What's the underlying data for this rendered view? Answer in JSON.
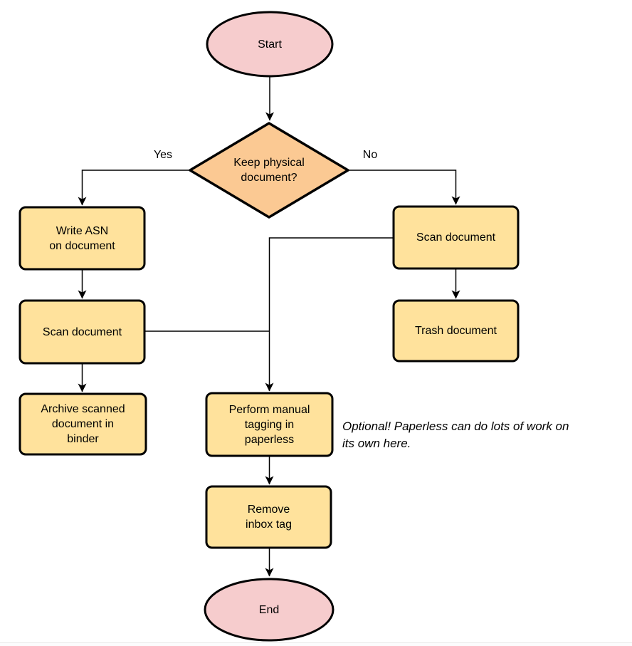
{
  "nodes": {
    "start": {
      "label": "Start",
      "type": "terminator"
    },
    "decision": {
      "label": "Keep physical\ndocument?",
      "type": "decision"
    },
    "write_asn": {
      "label": "Write ASN\non document",
      "type": "process"
    },
    "scan_left": {
      "label": "Scan document",
      "type": "process"
    },
    "archive": {
      "label": "Archive scanned\ndocument in\nbinder",
      "type": "process"
    },
    "scan_right": {
      "label": "Scan document",
      "type": "process"
    },
    "trash": {
      "label": "Trash document",
      "type": "process"
    },
    "tagging": {
      "label": "Perform manual\ntagging in\npaperless",
      "type": "process"
    },
    "remove_inbox": {
      "label": "Remove\ninbox tag",
      "type": "process"
    },
    "end": {
      "label": "End",
      "type": "terminator"
    }
  },
  "edge_labels": {
    "yes": "Yes",
    "no": "No"
  },
  "annotation": {
    "text": "Optional! Paperless can do lots of work on\nits own here."
  },
  "colors": {
    "terminator_fill": "#f6cccd",
    "decision_fill": "#fbc993",
    "process_fill": "#ffe29c",
    "stroke": "#000000",
    "line": "#000000"
  }
}
